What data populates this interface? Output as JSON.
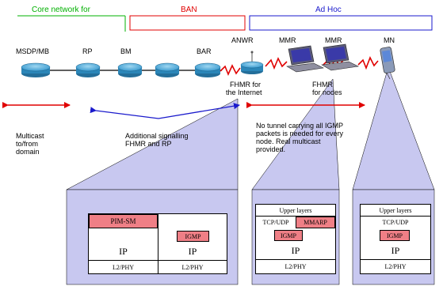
{
  "headers": {
    "core": "Core network for",
    "ban": "BAN",
    "adhoc": "Ad Hoc"
  },
  "nodes": {
    "msdp": "MSDP/MB",
    "rp": "RP",
    "bm": "BM",
    "bar": "BAR",
    "anwr": "ANWR",
    "mmr1": "MMR",
    "mmr2": "MMR",
    "mn": "MN"
  },
  "notes": {
    "fhmr_internet": [
      "FHMR for",
      "the Internet"
    ],
    "fhmr_nodes": [
      "FHMR",
      "for nodes"
    ],
    "multicast": [
      "Multicast",
      "to/from",
      "domain"
    ],
    "additional": [
      "Additional signalling",
      "FHMR and RP"
    ],
    "no_tunnel": [
      "No tunnel carrying all IGMP",
      "packets is needed for every",
      "node. Real multicast",
      "provided."
    ]
  },
  "stacks": {
    "anwr": {
      "pim": "PIM-SM",
      "igmp": "IGMP",
      "ip_left": "IP",
      "ip_right": "IP",
      "l2_left": "L2/PHY",
      "l2_right": "L2/PHY"
    },
    "mmr": {
      "upper": "Upper layers",
      "tcp": "TCP/UDP",
      "mmarp": "MMARP",
      "igmp": "IGMP",
      "ip": "IP",
      "l2": "L2/PHY"
    },
    "mn": {
      "upper": "Upper layers",
      "tcp": "TCP/UDP",
      "igmp": "IGMP",
      "ip": "IP",
      "l2": "L2/PHY"
    }
  },
  "colors": {
    "core": "#00b000",
    "ban": "#e00000",
    "adhoc": "#1a1acc",
    "callout": "#c8c8f0",
    "pink": "#ef7f86",
    "router": "#3a9bd0"
  },
  "icons": {
    "router": "router-icon",
    "laptop": "laptop-icon",
    "pda": "pda-icon",
    "antenna": "antenna-icon",
    "wireless": "wireless-link-icon"
  }
}
